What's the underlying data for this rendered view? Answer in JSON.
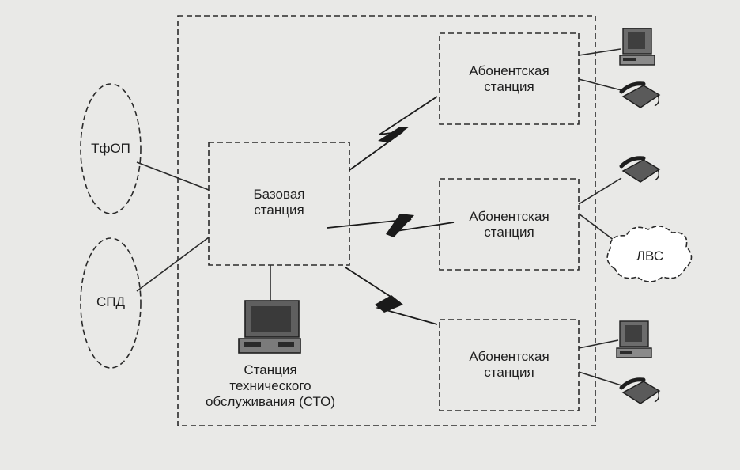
{
  "networks": {
    "tfop": "ТфОП",
    "spd": "СПД",
    "lvs": "ЛВС"
  },
  "base_station": {
    "line1": "Базовая",
    "line2": "станция"
  },
  "subscriber_stations": [
    {
      "line1": "Абонентская",
      "line2": "станция"
    },
    {
      "line1": "Абонентская",
      "line2": "станция"
    },
    {
      "line1": "Абонентская",
      "line2": "станция"
    }
  ],
  "maintenance_station": {
    "line1": "Станция",
    "line2": "технического",
    "line3": "обслуживания (СТО)"
  },
  "icons": [
    "computer-icon",
    "telephone-icon",
    "cloud-icon",
    "lightning-link-icon"
  ]
}
